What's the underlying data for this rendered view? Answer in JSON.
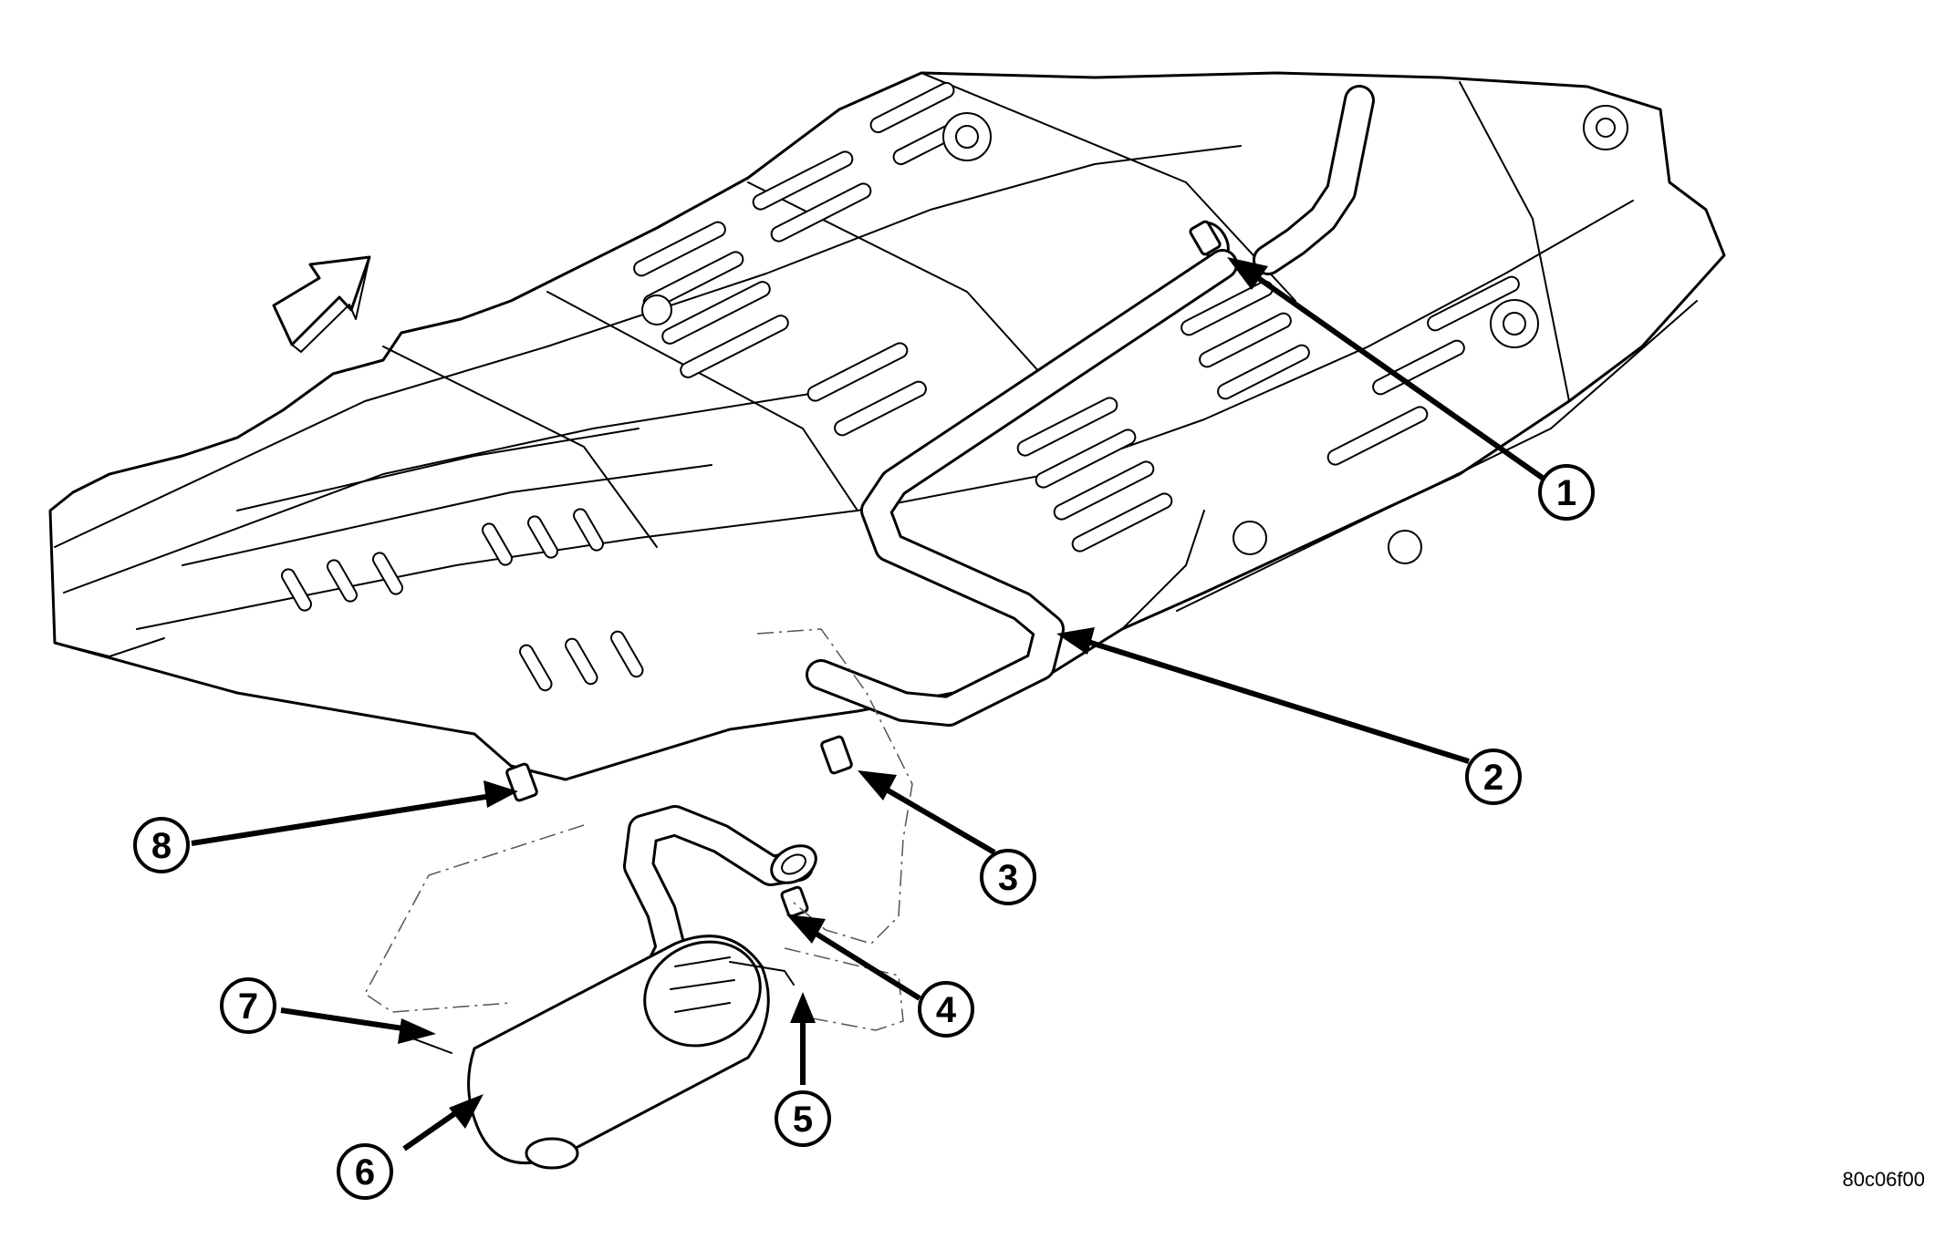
{
  "figure_id": "80c06f00",
  "callouts": [
    {
      "number": "1"
    },
    {
      "number": "2"
    },
    {
      "number": "3"
    },
    {
      "number": "4"
    },
    {
      "number": "5"
    },
    {
      "number": "6"
    },
    {
      "number": "7"
    },
    {
      "number": "8"
    }
  ],
  "line_color": "#000000",
  "background_color": "#ffffff"
}
